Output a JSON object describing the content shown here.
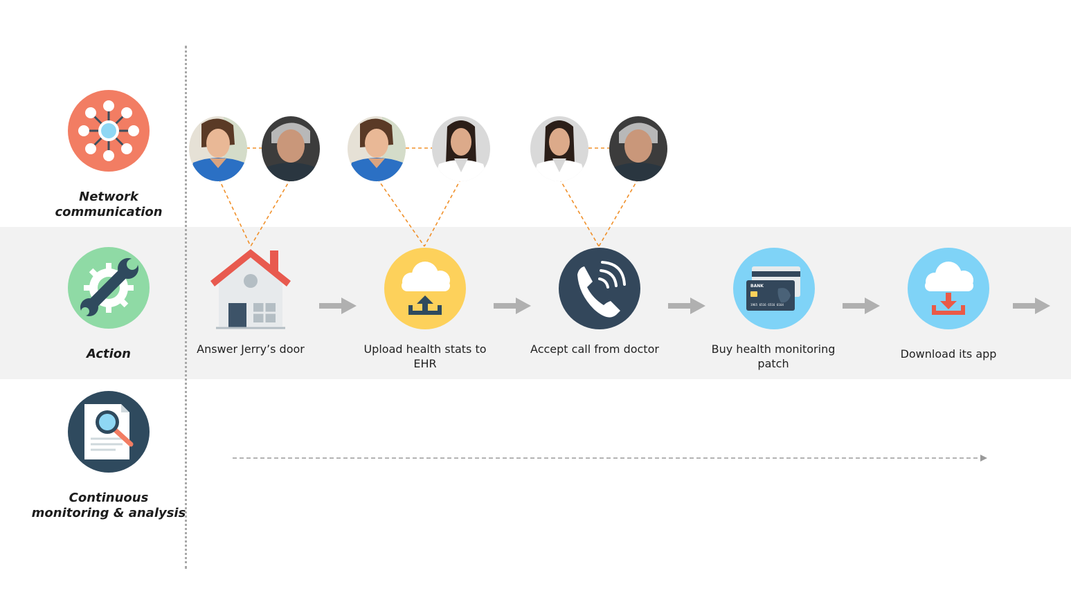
{
  "rows": {
    "network": {
      "label": "Network communication",
      "icon": "network-icon"
    },
    "action": {
      "label": "Action",
      "icon": "wrench-gear-icon"
    },
    "monitoring": {
      "label": "Continuous monitoring & analysis",
      "icon": "document-magnifier-icon"
    }
  },
  "steps": [
    {
      "label": "Answer Jerry’s door",
      "icon": "house-icon"
    },
    {
      "label": "Upload health stats to EHR",
      "icon": "cloud-upload-icon"
    },
    {
      "label": "Accept call from doctor",
      "icon": "phone-call-icon"
    },
    {
      "label": "Buy health monitoring patch",
      "icon": "credit-card-icon"
    },
    {
      "label": "Download its  app",
      "icon": "cloud-download-icon"
    }
  ],
  "card_text": {
    "bank": "BANK",
    "number": "1965 6516 6516 6164"
  },
  "connections": [
    {
      "from": "nurse",
      "to": "jerry",
      "step": 0
    },
    {
      "from": "nurse",
      "to": "doctor",
      "step": 1
    },
    {
      "from": "doctor",
      "to": "jerry",
      "step": 2
    }
  ],
  "people": [
    "nurse-avatar",
    "jerry-avatar",
    "doctor-avatar"
  ],
  "colors": {
    "network": "#f27d63",
    "action": "#8fdaa5",
    "monitoring": "#2f4a5e",
    "upload": "#fdd15b",
    "call": "#33475b",
    "card_bg": "#7fd3f7",
    "download": "#7fd3f7",
    "connector": "#f0902a",
    "arrow": "#b0b0b0"
  }
}
